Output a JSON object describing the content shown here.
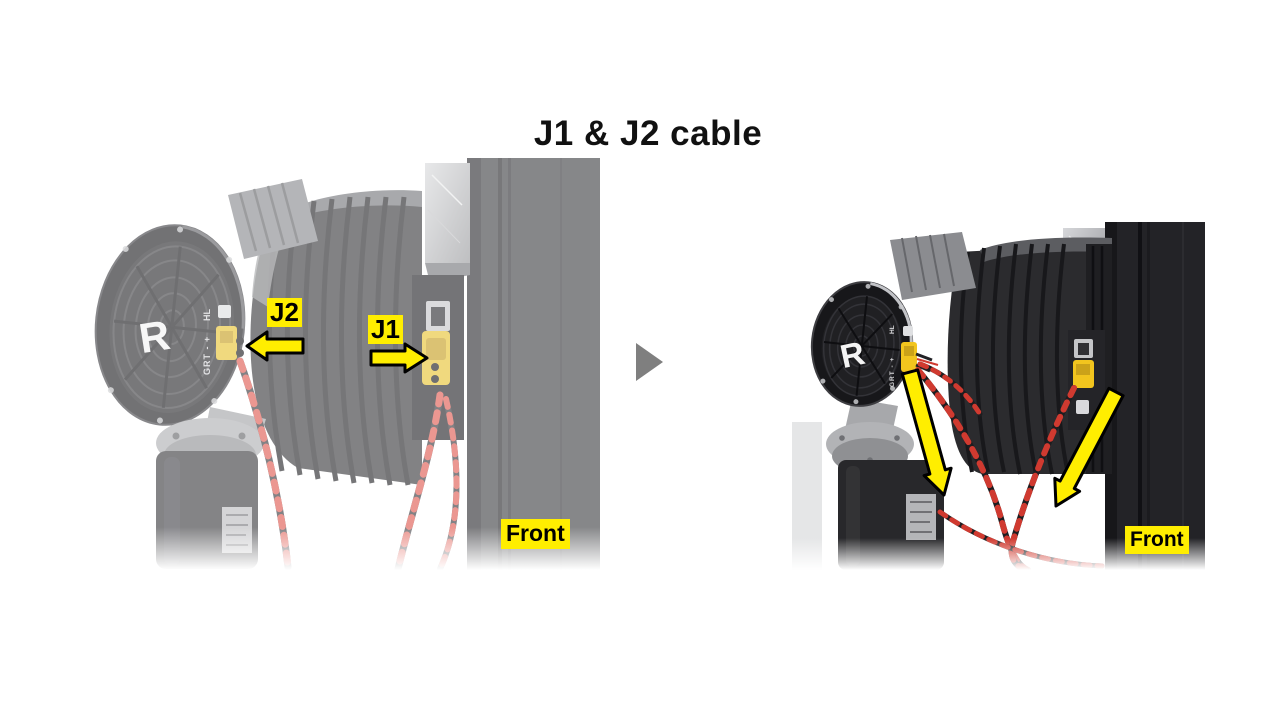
{
  "slide": {
    "title": "J1 & J2 cable",
    "background": "#ffffff"
  },
  "colors": {
    "highlight_yellow": "#ffee00",
    "label_text": "#000000",
    "arrow_fill": "#ffee00",
    "arrow_outline": "#000000",
    "transition_gray": "#7f7f7f"
  },
  "before_photo": {
    "motor_letter": "R",
    "markings_main": "GRT - +",
    "markings_hl": "HL",
    "label_j2": "J2",
    "label_j1": "J1",
    "label_front": "Front"
  },
  "after_photo": {
    "motor_letter": "R",
    "markings_main": "GRT - +",
    "markings_hl": "HL",
    "label_front": "Front"
  }
}
